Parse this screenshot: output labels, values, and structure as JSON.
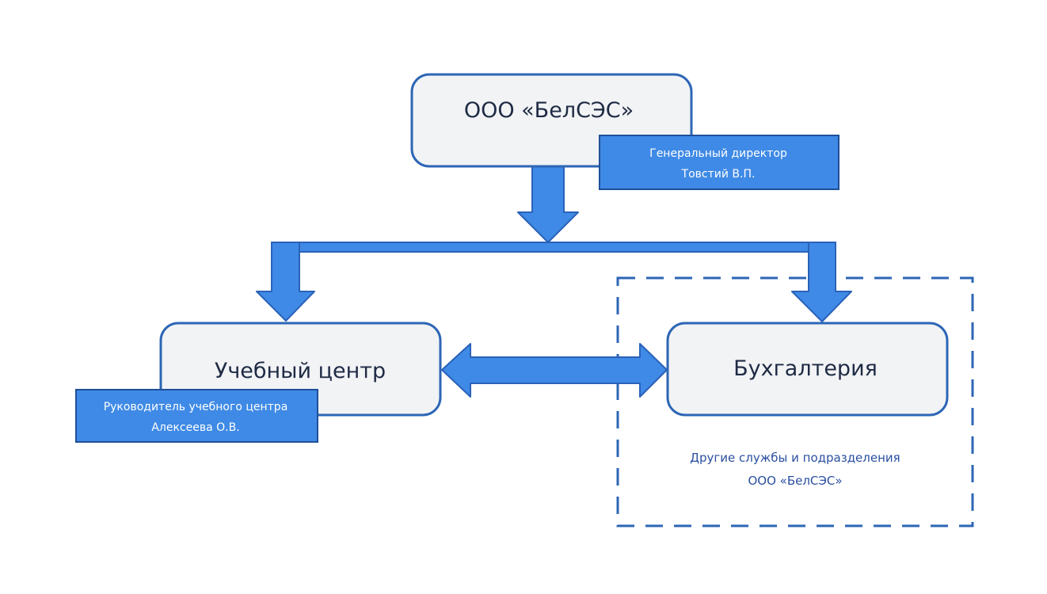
{
  "colors": {
    "arrow_fill": "#3f8ae6",
    "arrow_stroke": "#2a62b8",
    "node_fill": "#f1f3f5",
    "node_stroke": "#2d66b5",
    "label_fill": "#3f8ae6",
    "label_stroke": "#1f4f98",
    "dashed_border": "#2d66b5"
  },
  "nodes": {
    "company": {
      "title": "ООО  «БелСЭС»",
      "label_line1": "Генеральный  директор",
      "label_line2": "Товстий В.П."
    },
    "training_center": {
      "title": "Учебный центр",
      "label_line1": "Руководитель учебного центра",
      "label_line2": "Алексеева О.В."
    },
    "accounting": {
      "title": "Бухгалтерия"
    }
  },
  "other_services": {
    "line1": "Другие службы и подразделения",
    "line2": "ООО «БелСЭС»"
  }
}
